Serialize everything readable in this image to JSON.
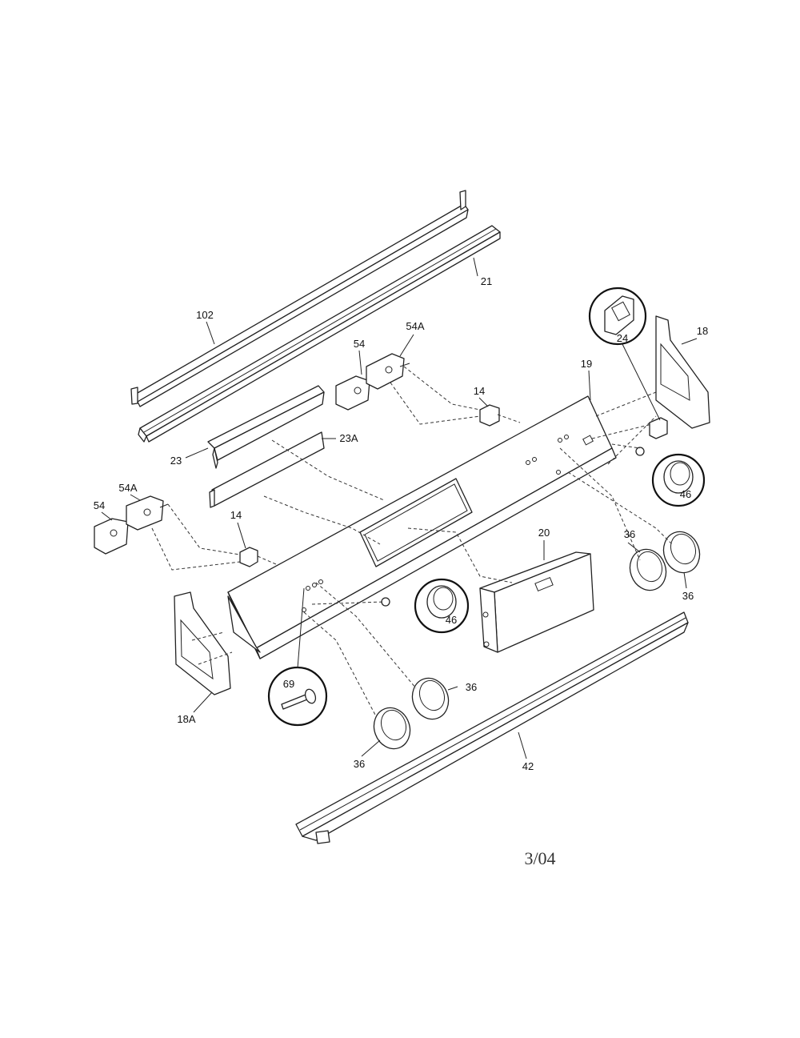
{
  "labels": {
    "p102": "102",
    "p21": "21",
    "p18": "18",
    "p24": "24",
    "p19": "19",
    "p54_top": "54",
    "p54a_top": "54A",
    "p14_top": "14",
    "p23": "23",
    "p23a": "23A",
    "p54_left": "54",
    "p54a_left": "54A",
    "p14_left": "14",
    "p46_right": "46",
    "p20": "20",
    "p36_a": "36",
    "p36_b": "36",
    "p36_c": "36",
    "p36_d": "36",
    "p46_center": "46",
    "p69": "69",
    "p18a": "18A",
    "p42": "42"
  },
  "footer": {
    "date_code": "3/04"
  }
}
